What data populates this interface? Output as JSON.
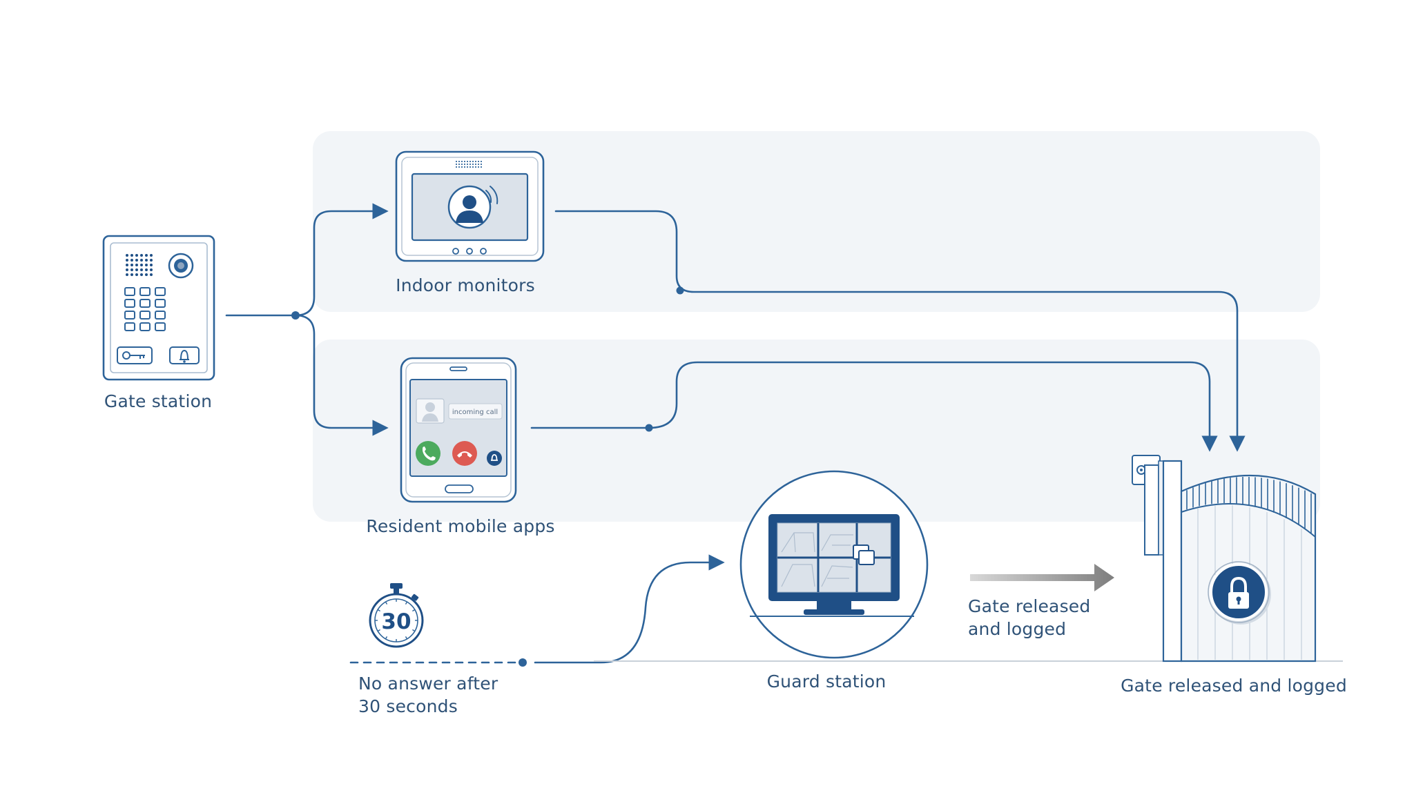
{
  "nodes": {
    "gate_station": {
      "label": "Gate station"
    },
    "indoor_monitors": {
      "label": "Indoor monitors"
    },
    "resident_mobile_apps": {
      "label": "Resident mobile apps",
      "screen_text": "incoming call"
    },
    "timer": {
      "value": "30",
      "label": "No answer after\n30 seconds"
    },
    "guard_station": {
      "label": "Guard station"
    },
    "gate": {
      "label": "Gate released and logged",
      "arrow_label": "Gate released\nand logged"
    }
  },
  "colors": {
    "line": "#2d6399",
    "dark": "#1f4f86",
    "text": "#2f5277",
    "band": "#f2f5f8",
    "accept": "#4caa5e",
    "decline": "#dd5a52",
    "screen": "#dbe2ea",
    "arrow_gray": "#8e8e8e"
  },
  "icons": [
    "gate-station-icon",
    "indoor-monitor-icon",
    "mobile-phone-icon",
    "stopwatch-icon",
    "guard-monitor-icon",
    "gate-icon",
    "lock-icon"
  ]
}
